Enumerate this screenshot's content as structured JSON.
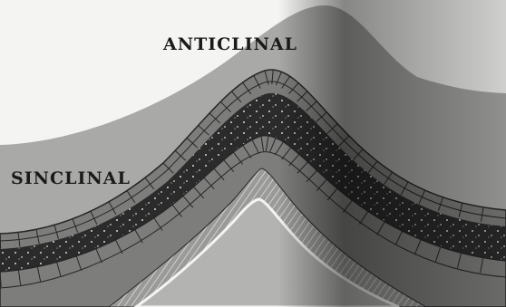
{
  "labels": {
    "anticline": "ANTICLINAL",
    "syncline": "SINCLINAL"
  },
  "colors": {
    "background": "#f4f4f2",
    "surface_rock": "#a9a9a7",
    "block_layer": "#7d7d7b",
    "block_outline": "#262626",
    "dark_core": "#2b2b2b",
    "speckle": "#d9d9d9",
    "hatched_layer": "#9a9a98",
    "bottom_fill": "#b3b3b1"
  },
  "layers": [
    {
      "name": "surface-rock",
      "pattern": "plain-gray"
    },
    {
      "name": "upper-block-layer",
      "pattern": "brick"
    },
    {
      "name": "speckled-core-layer",
      "pattern": "dark-speckled"
    },
    {
      "name": "lower-block-layer",
      "pattern": "brick"
    },
    {
      "name": "hatched-layer",
      "pattern": "diagonal-hatch"
    },
    {
      "name": "base-rock",
      "pattern": "plain-gray"
    }
  ]
}
